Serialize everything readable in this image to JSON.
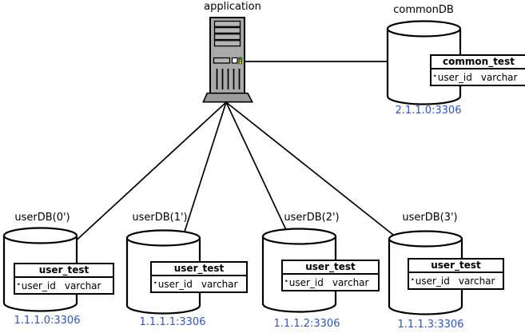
{
  "application": {
    "label": "application"
  },
  "common_db": {
    "label": "commonDB",
    "address": "2.1.1.0:3306",
    "table": {
      "name": "common_test",
      "rows": [
        {
          "bullet": "•",
          "field": "user_id",
          "type": "varchar"
        }
      ]
    }
  },
  "user_dbs": [
    {
      "label": "userDB(0')",
      "address": "1.1.1.0:3306",
      "table": {
        "name": "user_test",
        "rows": [
          {
            "bullet": "•",
            "field": "user_id",
            "type": "varchar"
          }
        ]
      }
    },
    {
      "label": "userDB(1')",
      "address": "1.1.1.1:3306",
      "table": {
        "name": "user_test",
        "rows": [
          {
            "bullet": "•",
            "field": "user_id",
            "type": "varchar"
          }
        ]
      }
    },
    {
      "label": "userDB(2')",
      "address": "1.1.1.2:3306",
      "table": {
        "name": "user_test",
        "rows": [
          {
            "bullet": "•",
            "field": "user_id",
            "type": "varchar"
          }
        ]
      }
    },
    {
      "label": "userDB(3')",
      "address": "1.1.1.3:3306",
      "table": {
        "name": "user_test",
        "rows": [
          {
            "bullet": "•",
            "field": "user_id",
            "type": "varchar"
          }
        ]
      }
    }
  ],
  "colors": {
    "address_blue": "#2a52e0",
    "server_body_gray": "#a9a9a9",
    "server_base_gray": "#9c9c9c",
    "line_black": "#000000"
  }
}
